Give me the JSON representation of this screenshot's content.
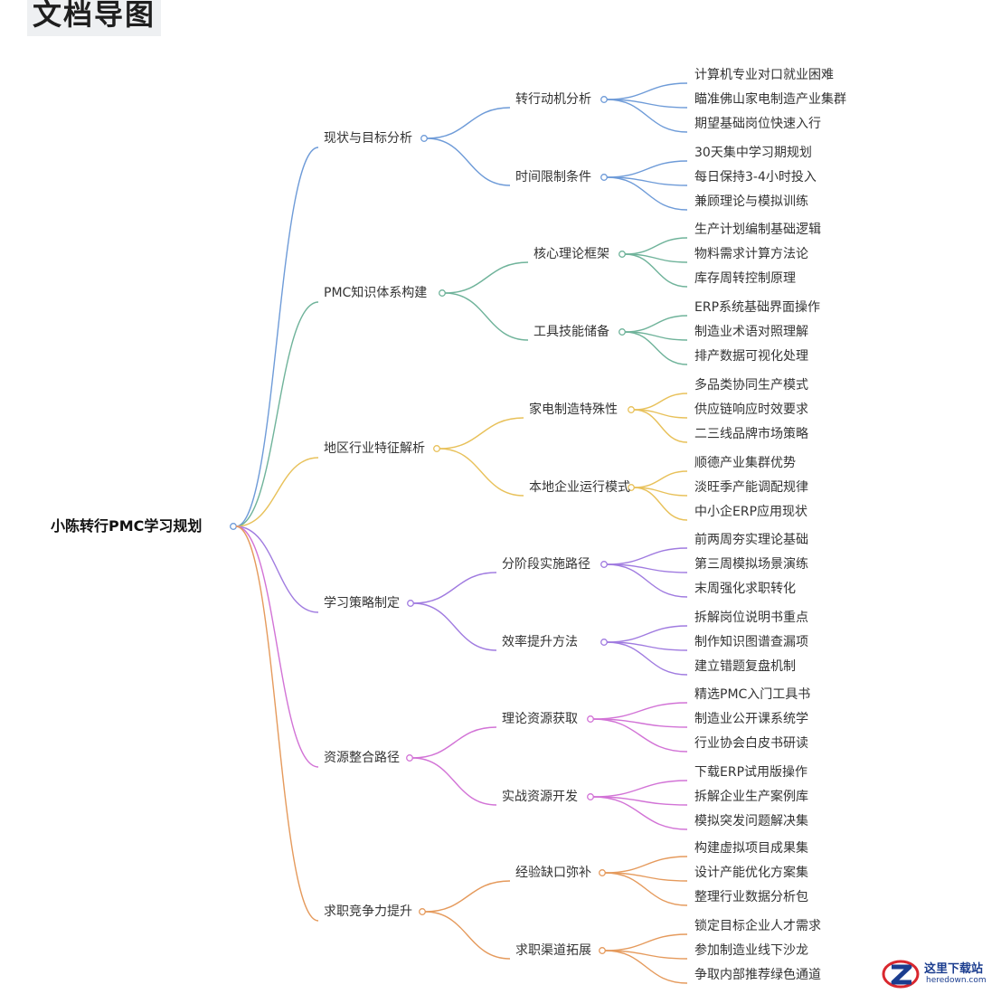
{
  "title": "文档导图",
  "root": "小陈转行PMC学习规划",
  "branches": [
    {
      "label": "现状与目标分析",
      "color": "#6e9bd8",
      "children": [
        {
          "label": "转行动机分析",
          "leaves": [
            "计算机专业对口就业困难",
            "瞄准佛山家电制造产业集群",
            "期望基础岗位快速入行"
          ]
        },
        {
          "label": "时间限制条件",
          "leaves": [
            "30天集中学习期规划",
            "每日保持3-4小时投入",
            "兼顾理论与模拟训练"
          ]
        }
      ]
    },
    {
      "label": "PMC知识体系构建",
      "color": "#6fb39a",
      "children": [
        {
          "label": "核心理论框架",
          "leaves": [
            "生产计划编制基础逻辑",
            "物料需求计算方法论",
            "库存周转控制原理"
          ]
        },
        {
          "label": "工具技能储备",
          "leaves": [
            "ERP系统基础界面操作",
            "制造业术语对照理解",
            "排产数据可视化处理"
          ]
        }
      ]
    },
    {
      "label": "地区行业特征解析",
      "color": "#e8c15a",
      "children": [
        {
          "label": "家电制造特殊性",
          "leaves": [
            "多品类协同生产模式",
            "供应链响应时效要求",
            "二三线品牌市场策略"
          ]
        },
        {
          "label": "本地企业运行模式",
          "leaves": [
            "顺德产业集群优势",
            "淡旺季产能调配规律",
            "中小企ERP应用现状"
          ]
        }
      ]
    },
    {
      "label": "学习策略制定",
      "color": "#a07be0",
      "children": [
        {
          "label": "分阶段实施路径",
          "leaves": [
            "前两周夯实理论基础",
            "第三周模拟场景演练",
            "末周强化求职转化"
          ]
        },
        {
          "label": "效率提升方法",
          "leaves": [
            "拆解岗位说明书重点",
            "制作知识图谱查漏项",
            "建立错题复盘机制"
          ]
        }
      ]
    },
    {
      "label": "资源整合路径",
      "color": "#d273d6",
      "children": [
        {
          "label": "理论资源获取",
          "leaves": [
            "精选PMC入门工具书",
            "制造业公开课系统学",
            "行业协会白皮书研读"
          ]
        },
        {
          "label": "实战资源开发",
          "leaves": [
            "下载ERP试用版操作",
            "拆解企业生产案例库",
            "模拟突发问题解决集"
          ]
        }
      ]
    },
    {
      "label": "求职竞争力提升",
      "color": "#e59a5c",
      "children": [
        {
          "label": "经验缺口弥补",
          "leaves": [
            "构建虚拟项目成果集",
            "设计产能优化方案集",
            "整理行业数据分析包"
          ]
        },
        {
          "label": "求职渠道拓展",
          "leaves": [
            "锁定目标企业人才需求",
            "参加制造业线下沙龙",
            "争取内部推荐绿色通道"
          ]
        }
      ]
    }
  ],
  "watermark": {
    "name": "这里下载站",
    "url": "heredown.com"
  }
}
